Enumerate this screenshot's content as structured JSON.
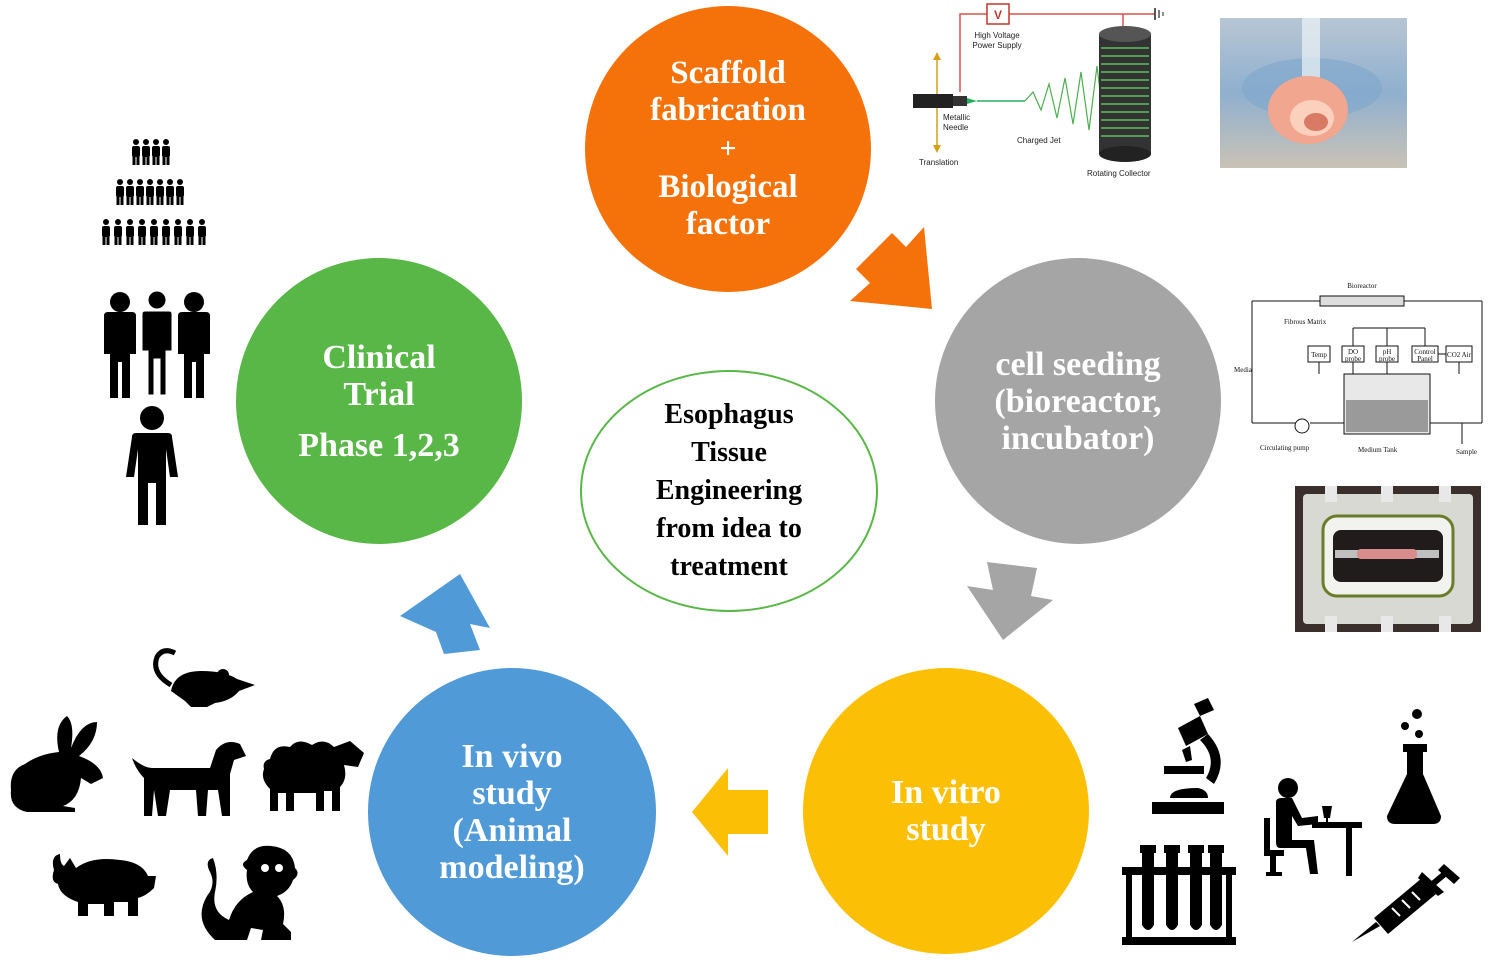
{
  "stages": {
    "scaffold": {
      "line1": "Scaffold",
      "line2": "fabrication",
      "plus": "+",
      "line3": "Biological",
      "line4": "factor"
    },
    "cell_seeding": {
      "line1": "cell seeding",
      "line2": "(bioreactor,",
      "line3": "incubator)"
    },
    "in_vitro": {
      "line1": "In vitro",
      "line2": "study"
    },
    "in_vivo": {
      "line1": "In vivo",
      "line2": "study",
      "line3": "(Animal",
      "line4": "modeling)"
    },
    "clinical": {
      "line1": "Clinical",
      "line2": "Trial",
      "line3": "Phase 1,2,3"
    }
  },
  "center": {
    "line1": "Esophagus",
    "line2": "Tissue",
    "line3": "Engineering",
    "line4": "from idea to",
    "line5": "treatment"
  },
  "electrospinning": {
    "voltage_symbol": "V",
    "power_supply_line1": "High Voltage",
    "power_supply_line2": "Power Supply",
    "needle_line1": "Metallic",
    "needle_line2": "Needle",
    "jet": "Charged Jet",
    "translation": "Translation",
    "collector": "Rotating Collector"
  },
  "bioreactor": {
    "title": "Bioreactor",
    "matrix": "Fibrous Matrix",
    "media": "Media",
    "temp": "Temp",
    "do_line1": "DO",
    "do_line2": "probe",
    "ph_line1": "pH",
    "ph_line2": "probe",
    "control_line1": "Control",
    "control_line2": "Panel",
    "co2": "CO2 Air",
    "pump": "Circulating pump",
    "tank": "Medium Tank",
    "sample": "Sample"
  },
  "colors": {
    "scaffold": "#f5720b",
    "cell_seeding": "#a5a5a5",
    "in_vitro": "#fbbf05",
    "in_vivo": "#4f9ad7",
    "clinical": "#58b746"
  }
}
